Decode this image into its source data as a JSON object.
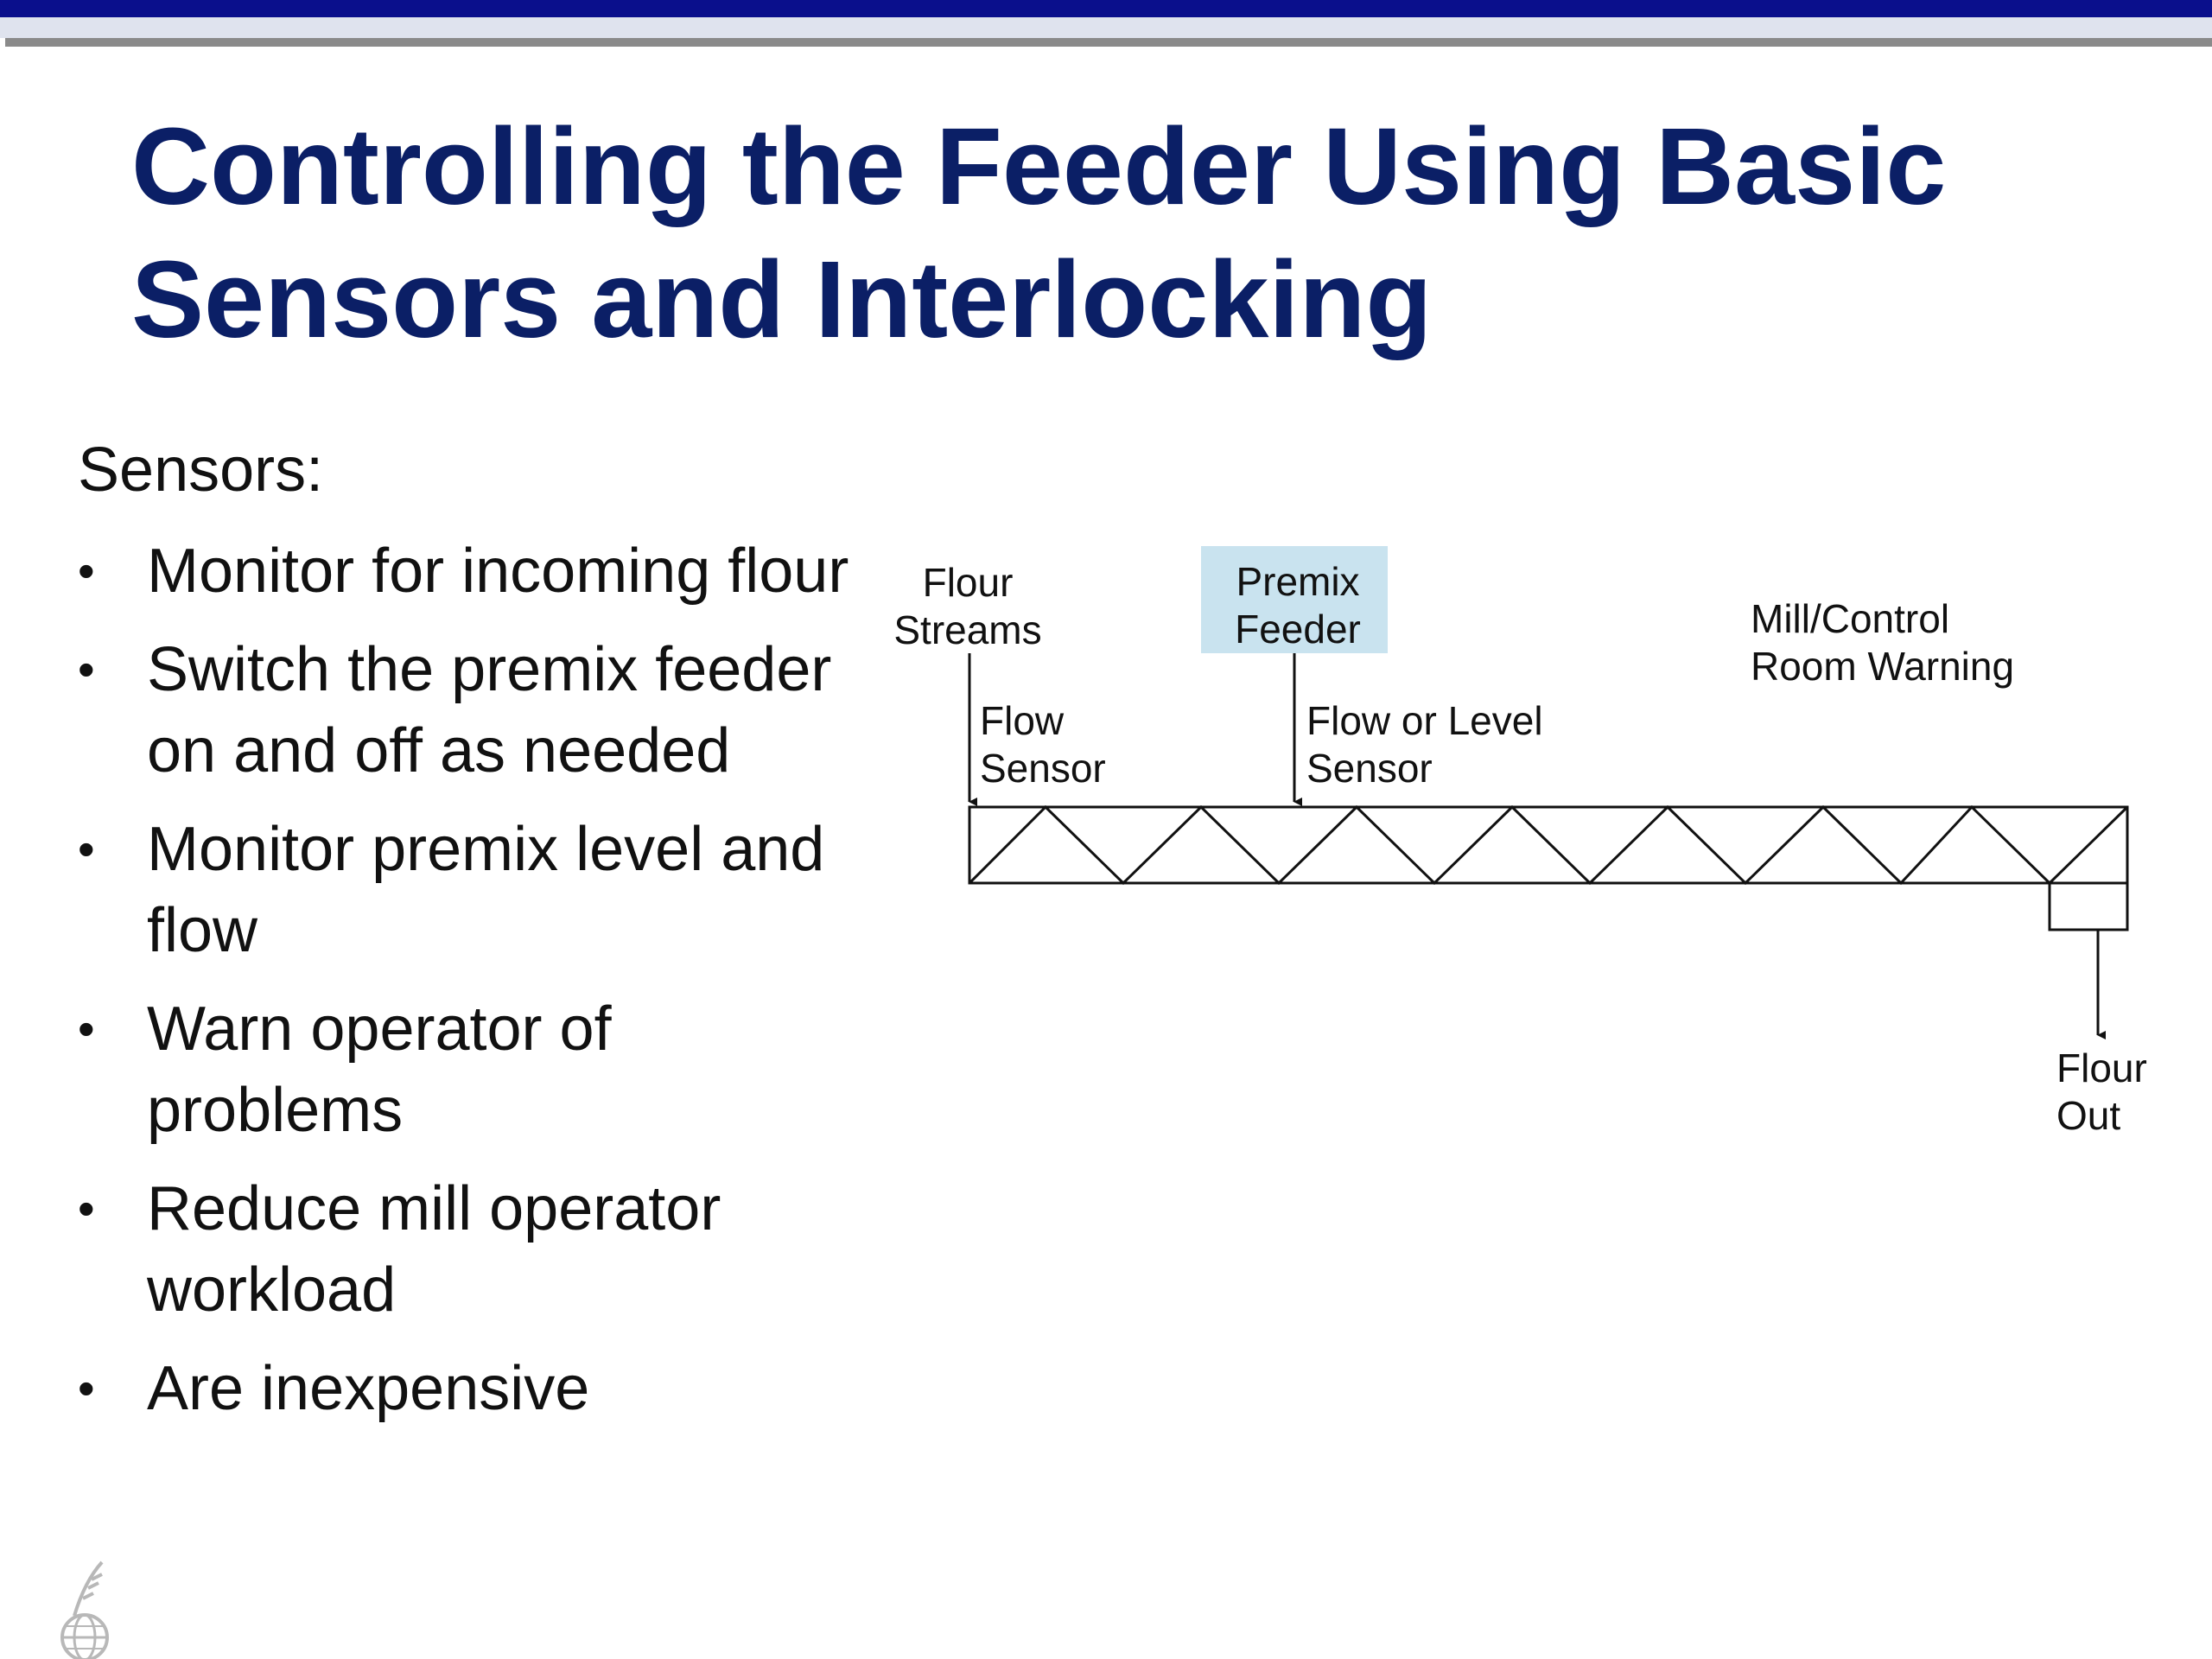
{
  "slide": {
    "title_lines": [
      "Controlling the Feeder Using Basic",
      "Sensors and Interlocking"
    ],
    "sensors_heading": "Sensors:",
    "bullets": [
      {
        "lines": [
          "Monitor for incoming flour"
        ]
      },
      {
        "lines": [
          "Switch the premix feeder",
          "on and off as needed"
        ]
      },
      {
        "lines": [
          "Monitor premix level and",
          "flow"
        ]
      },
      {
        "lines": [
          "Warn operator of",
          "problems"
        ]
      },
      {
        "lines": [
          "Reduce mill operator",
          "workload"
        ]
      },
      {
        "lines": [
          "Are inexpensive"
        ]
      }
    ],
    "bullet_symbol": "•"
  },
  "diagram": {
    "flour_streams": [
      "Flour",
      "Streams"
    ],
    "premix_feeder": [
      "Premix",
      "Feeder"
    ],
    "mill_control_warning": [
      "Mill/Control",
      "Room Warning"
    ],
    "flow_sensor": [
      "Flow",
      "Sensor"
    ],
    "flow_or_level_sensor": [
      "Flow or Level",
      "Sensor"
    ],
    "flour_out": [
      "Flour",
      "Out"
    ],
    "colors": {
      "premix_feeder_fill": "#c9e3ef",
      "title": "#0b1f66",
      "top_bar": "#0a0f8c"
    }
  },
  "branding": {
    "logo_icon": "wheat-globe-icon"
  }
}
